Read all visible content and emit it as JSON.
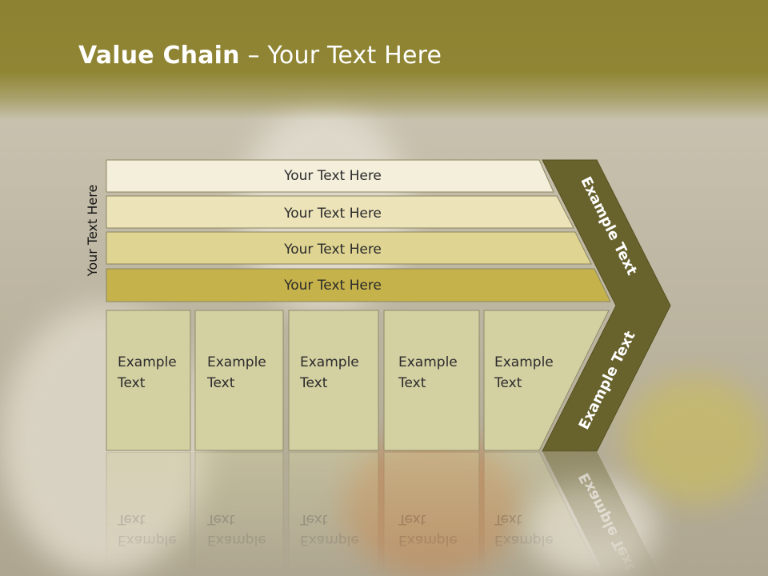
{
  "title": {
    "bold": "Value Chain",
    "rest": " – Your Text Here"
  },
  "side_label": "Your Text Here",
  "rows": [
    {
      "label": "Your Text Here",
      "color": "#f4efdb"
    },
    {
      "label": "Your Text Here",
      "color": "#ece3b8"
    },
    {
      "label": "Your Text Here",
      "color": "#dfd491"
    },
    {
      "label": "Your Text Here",
      "color": "#c6b24a"
    }
  ],
  "boxes": [
    {
      "line1": "Example",
      "line2": "Text"
    },
    {
      "line1": "Example",
      "line2": "Text"
    },
    {
      "line1": "Example",
      "line2": "Text"
    },
    {
      "line1": "Example",
      "line2": "Text"
    },
    {
      "line1": "Example",
      "line2": "Text"
    }
  ],
  "arrow": {
    "top_label": "Example Text",
    "bottom_label": "Example Text",
    "color": "#68622d"
  },
  "colors": {
    "title_bar": "#8f8533",
    "box_fill": "#d3d0a2"
  }
}
